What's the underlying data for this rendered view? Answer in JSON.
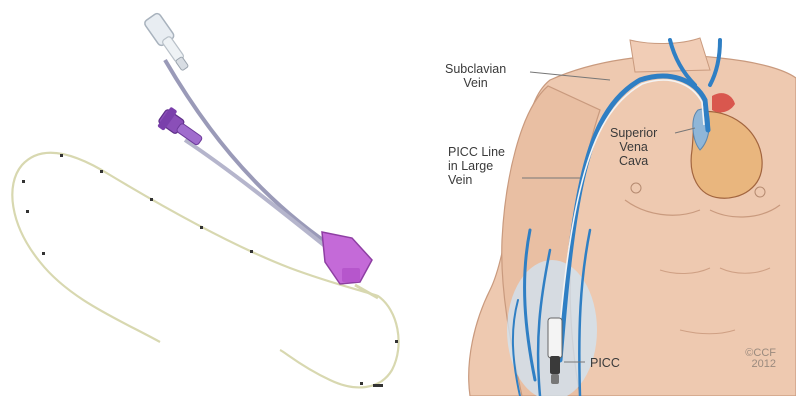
{
  "left_panel": {
    "subject": "catheter-photo"
  },
  "right_panel": {
    "labels": {
      "subclavian": "Subclavian\nVein",
      "svc": "Superior\nVena\nCava",
      "picc_line": "PICC Line\nin Large\nVein",
      "picc": "PICC"
    },
    "copyright": "©CCF\n2012"
  },
  "colors": {
    "catheter_purple": "#8a4fb8",
    "clamp_magenta": "#c46ad8",
    "vein_blue": "#2f7fc4",
    "skin": "#eec9b0",
    "heart_red": "#d9574e"
  }
}
